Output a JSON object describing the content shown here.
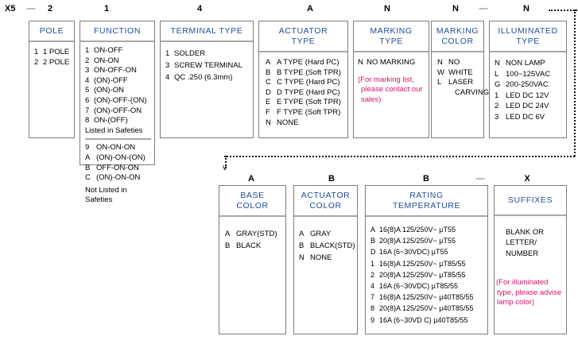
{
  "part_number": {
    "prefix": "X5",
    "top_row": [
      "2",
      "1",
      "4",
      "A",
      "N",
      "N",
      "N"
    ],
    "bottom_row": [
      "A",
      "B",
      "B",
      "X"
    ],
    "separator": "—"
  },
  "boxes": {
    "pole": {
      "title": "POLE",
      "options": [
        {
          "code": "1",
          "label": "1 POLE"
        },
        {
          "code": "2",
          "label": "2 POLE"
        }
      ]
    },
    "function": {
      "title": "FUNCTION",
      "listed_options": [
        {
          "code": "1",
          "label": "ON-OFF"
        },
        {
          "code": "2",
          "label": "ON-ON"
        },
        {
          "code": "3",
          "label": "ON-OFF-ON"
        },
        {
          "code": "4",
          "label": "(ON)-OFF"
        },
        {
          "code": "5",
          "label": "(ON)-ON"
        },
        {
          "code": "6",
          "label": "(ON)-OFF-(ON)"
        },
        {
          "code": "7",
          "label": "(ON)-OFF-ON"
        },
        {
          "code": "8",
          "label": "ON-(OFF)"
        }
      ],
      "listed_note": "Listed in Safeties",
      "not_listed_options": [
        {
          "code": "9",
          "label": "ON-ON-ON"
        },
        {
          "code": "A",
          "label": "(ON)-ON-(ON)"
        },
        {
          "code": "B",
          "label": "OFF-ON-ON"
        },
        {
          "code": "C",
          "label": "(ON)-ON-ON"
        }
      ],
      "not_listed_note_1": "Not Listed in",
      "not_listed_note_2": "Safeties"
    },
    "terminal_type": {
      "title": "TERMINAL TYPE",
      "options": [
        {
          "code": "1",
          "label": "SOLDER"
        },
        {
          "code": "3",
          "label": "SCREW TERMINAL"
        },
        {
          "code": "4",
          "label": "QC .250  (6.3mm)"
        }
      ]
    },
    "actuator_type": {
      "title_line1": "ACTUATOR",
      "title_line2": "TYPE",
      "options": [
        {
          "code": "A",
          "label": "A TYPE (Hard PC)"
        },
        {
          "code": "B",
          "label": "B TYPE (Soft TPR)"
        },
        {
          "code": "C",
          "label": "C TYPE (Hard PC)"
        },
        {
          "code": "D",
          "label": "D TYPE (Hard PC)"
        },
        {
          "code": "E",
          "label": "E TYPE (Soft TPR)"
        },
        {
          "code": "F",
          "label": "F TYPE (Soft TPR)"
        },
        {
          "code": "N",
          "label": "NONE"
        }
      ]
    },
    "marking_type": {
      "title_line1": "MARKING",
      "title_line2": "TYPE",
      "options": [
        {
          "code": "N",
          "label": "NO MARKING"
        }
      ],
      "note_line1": "(For marking list,",
      "note_line2": "please contact our",
      "note_line3": "sales)"
    },
    "marking_color": {
      "title_line1": "MARKING",
      "title_line2": "COLOR",
      "options": [
        {
          "code": "N",
          "label": "NO"
        },
        {
          "code": "W",
          "label": "WHITE"
        },
        {
          "code": "L",
          "label": "LASER"
        }
      ],
      "laser_second_line": "CARVING"
    },
    "illuminated_type": {
      "title_line1": "ILLUMINATED",
      "title_line2": "TYPE",
      "options": [
        {
          "code": "N",
          "label": "NON LAMP"
        },
        {
          "code": "L",
          "label": "100~125VAC"
        },
        {
          "code": "G",
          "label": "200-250VAC"
        },
        {
          "code": "1",
          "label": "LED  DC 12V"
        },
        {
          "code": "2",
          "label": "LED  DC 24V"
        },
        {
          "code": "3",
          "label": "LED  DC 6V"
        }
      ]
    },
    "base_color": {
      "title_line1": "BASE",
      "title_line2": "COLOR",
      "options": [
        {
          "code": "A",
          "label": "GRAY(STD)"
        },
        {
          "code": "B",
          "label": "BLACK"
        }
      ]
    },
    "actuator_color": {
      "title_line1": "ACTUATOR",
      "title_line2": "COLOR",
      "options": [
        {
          "code": "A",
          "label": "GRAY"
        },
        {
          "code": "B",
          "label": "BLACK(STD)"
        },
        {
          "code": "N",
          "label": "NONE"
        }
      ]
    },
    "rating_temperature": {
      "title_line1": "RATING",
      "title_line2": "TEMPERATURE",
      "options": [
        {
          "code": "A",
          "label": "16(8)A 125/250V~ µT55"
        },
        {
          "code": "B",
          "label": "20(8)A 125/250V~ µT55"
        },
        {
          "code": "D",
          "label": "16A (6~30VDC) µT55"
        },
        {
          "code": "1",
          "label": "16(8)A 125/250V~ µT85/55"
        },
        {
          "code": "2",
          "label": "20(8)A 125/250V~ µT85/55"
        },
        {
          "code": "4",
          "label": "16A (6~30VDC) µT85/55"
        },
        {
          "code": "7",
          "label": "16(8)A 125/250V~ µ40T85/55"
        },
        {
          "code": "8",
          "label": "20(8)A 125/250V~ µ40T85/55"
        },
        {
          "code": "9",
          "label": "16A (6~30VD C) µ40T85/55"
        }
      ]
    },
    "suffixes": {
      "title": "SUFFIXES",
      "line1": "BLANK OR",
      "line2": "LETTER/",
      "line3": "NUMBER",
      "note_line1": "(For illuminated",
      "note_line2": "type, please advise",
      "note_line3": "lamp color)"
    }
  }
}
